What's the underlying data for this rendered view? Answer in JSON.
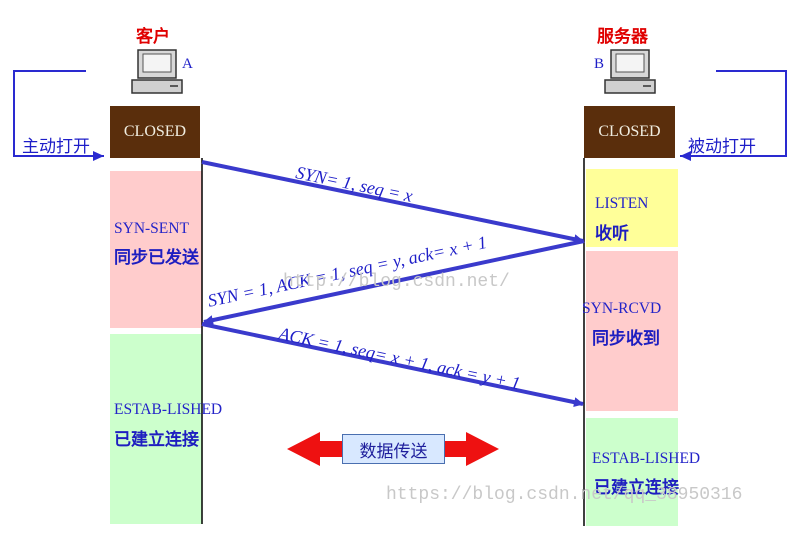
{
  "client": {
    "title": "客户",
    "letter": "A",
    "action": "主动打开",
    "closed": "CLOSED"
  },
  "server": {
    "title": "服务器",
    "letter": "B",
    "action": "被动打开",
    "closed": "CLOSED"
  },
  "client_states": {
    "syn_sent_en": "SYN-SENT",
    "syn_sent_cn": "同步已发送",
    "established_en": "ESTAB-LISHED",
    "established_cn": "已建立连接"
  },
  "server_states": {
    "listen_en": "LISTEN",
    "listen_cn": "收听",
    "syn_rcvd_en": "SYN-RCVD",
    "syn_rcvd_cn": "同步收到",
    "established_en": "ESTAB-LISHED",
    "established_cn": "已建立连接"
  },
  "messages": {
    "syn": "SYN= 1, seq = x",
    "syn_ack": "SYN = 1, ACK = 1, seq = y, ack= x + 1",
    "ack": "ACK = 1, seq= x + 1, ack = y + 1"
  },
  "data_transfer": "数据传送",
  "watermarks": {
    "middle": "http://blog.csdn.net/",
    "bottom": "https://blog.csdn.net/qq_38950316"
  },
  "colors": {
    "closed_bg": "#5a2e0c",
    "syn_sent_bg": "#ffcccc",
    "established_bg": "#ccffcc",
    "listen_bg": "#ffff99",
    "syn_rcvd_bg": "#ffcccc",
    "arrow": "#3a3acc",
    "transfer_arrow": "#ee1111"
  }
}
